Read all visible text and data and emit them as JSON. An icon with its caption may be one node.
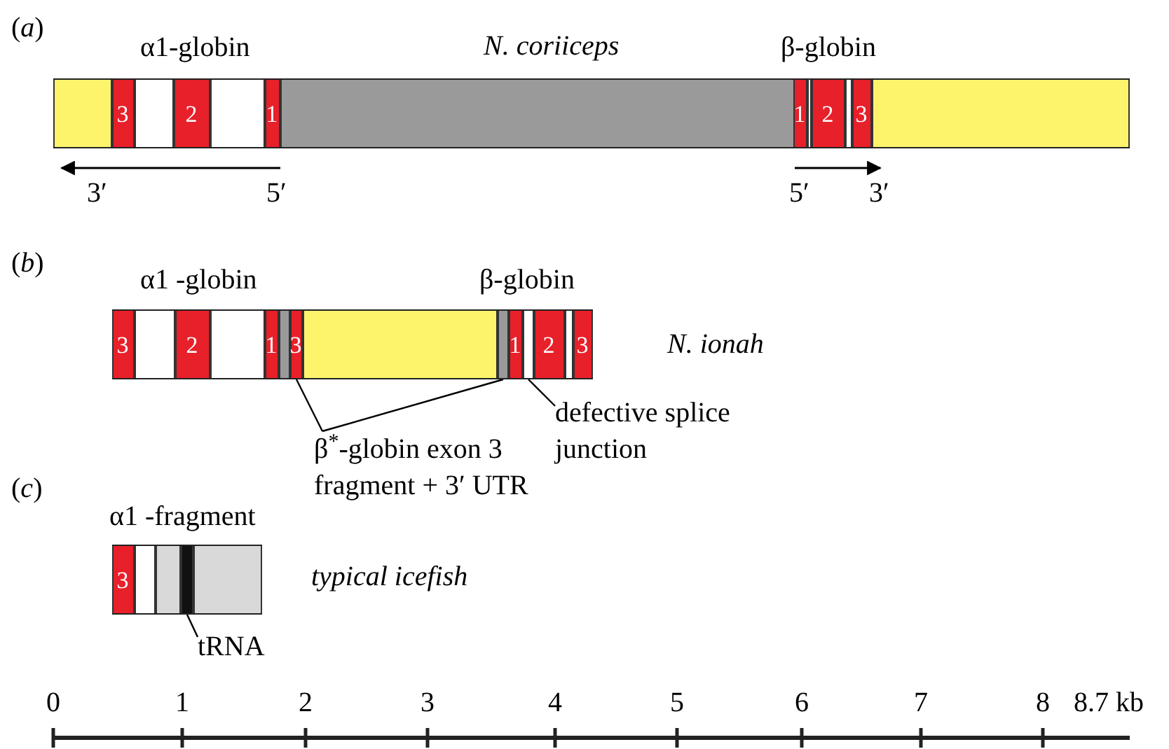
{
  "diagram": {
    "nodes": [
      {
        "text": [],
        "shape": "bar",
        "beside": [
          "N. coriiceps"
        ]
      },
      {
        "text": [],
        "shape": "box",
        "in": 0
      },
      {
        "text": [
          "3"
        ],
        "in": 0
      },
      {
        "text": [],
        "shape": "box",
        "in": 0
      },
      {
        "text": [
          "2"
        ],
        "in": 0
      },
      {
        "text": [],
        "shape": "box",
        "in": 0
      },
      {
        "text": [
          "1"
        ],
        "in": 0
      },
      {
        "text": [],
        "shape": "box",
        "in": 0
      },
      {
        "text": [
          "1"
        ],
        "in": 0
      },
      {
        "text": [],
        "shape": "box",
        "in": 0
      },
      {
        "text": [
          "2"
        ],
        "in": 0
      },
      {
        "text": [],
        "shape": "box",
        "in": 0
      },
      {
        "text": [
          "3"
        ],
        "in": 0
      },
      {
        "text": [],
        "shape": "box",
        "in": 0
      },
      {
        "text": [],
        "shape": "bar",
        "beside": [
          "N. ionah"
        ]
      },
      {
        "text": [
          "3"
        ],
        "in": 14
      },
      {
        "text": [],
        "shape": "box",
        "in": 14
      },
      {
        "text": [
          "2"
        ],
        "in": 14
      },
      {
        "text": [],
        "shape": "box",
        "in": 14
      },
      {
        "text": [
          "1"
        ],
        "in": 14
      },
      {
        "text": [],
        "shape": "box",
        "in": 14
      },
      {
        "text": [
          "3"
        ],
        "in": 14
      },
      {
        "text": [],
        "shape": "box",
        "in": 14
      },
      {
        "text": [],
        "shape": "box",
        "in": 14
      },
      {
        "text": [
          "1"
        ],
        "in": 14
      },
      {
        "text": [],
        "shape": "box",
        "in": 14
      },
      {
        "text": [
          "2"
        ],
        "in": 14
      },
      {
        "text": [],
        "shape": "box",
        "in": 14
      },
      {
        "text": [
          "3"
        ],
        "in": 14
      },
      {
        "text": [
          "β$^{*}$-globin exon 3 fragment + 3′ UTR"
        ]
      },
      {
        "text": [
          "defective splice junction"
        ]
      },
      {
        "text": [],
        "shape": "bar",
        "beside": [
          "typical icefish"
        ]
      },
      {
        "text": [
          "3"
        ],
        "in": 31
      },
      {
        "text": [],
        "shape": "box",
        "in": 31
      },
      {
        "text": [],
        "shape": "box",
        "in": 31
      },
      {
        "text": [],
        "shape": "box",
        "in": 31
      },
      {
        "text": [],
        "shape": "box",
        "in": 31
      },
      {
        "text": [
          "tRNA"
        ]
      }
    ],
    "edges": [
      {
        "from": 29,
        "to": 21,
        "arrow": "none"
      },
      {
        "from": 29,
        "to": 23,
        "arrow": "none"
      },
      {
        "from": 30,
        "to": 25,
        "arrow": "none"
      },
      {
        "from": 37,
        "to": 35,
        "arrow": "none"
      }
    ],
    "labels": [
      "(*a*)",
      "α1-globin",
      "β-globin",
      "3′",
      "5′",
      "5′",
      "3′",
      "(*b*)",
      "α1 -globin",
      "β-globin",
      "(*c*)",
      "α1 -fragment",
      "0",
      "1",
      "2",
      "3",
      "4",
      "5",
      "6",
      "7",
      "8",
      "8.7 kb"
    ]
  }
}
